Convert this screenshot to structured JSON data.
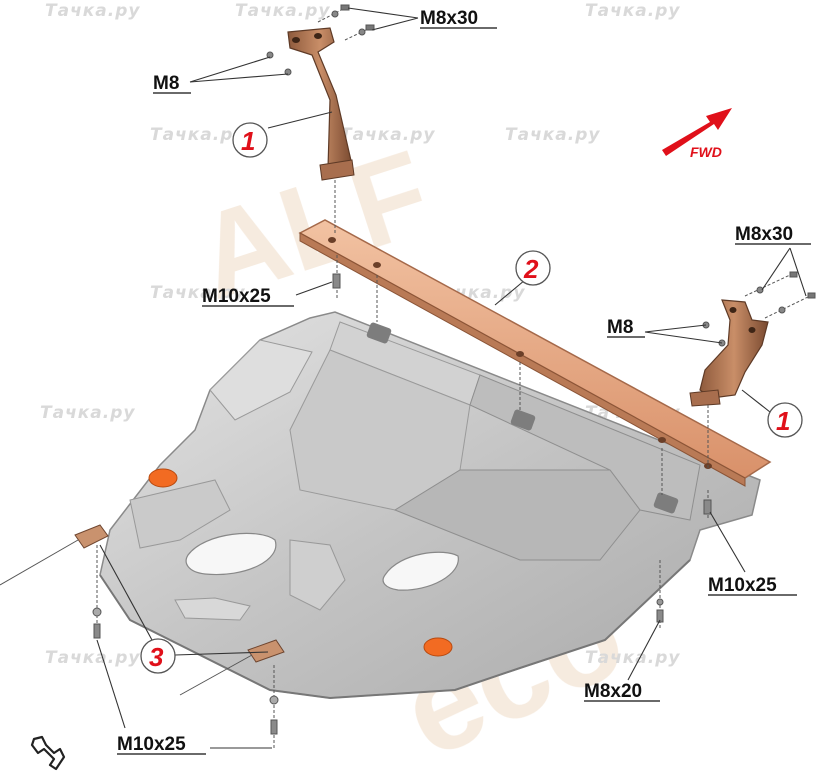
{
  "labels": {
    "top_bolt": "M8x30",
    "top_nut": "M8",
    "mid_left_bolt": "M10x25",
    "right_bolt": "M8x30",
    "right_nut": "M8",
    "right_lower_bolt": "M10x25",
    "bottom_right_bolt": "M8x20",
    "bottom_left_bolt": "M10x25"
  },
  "callouts": {
    "part1_top": "1",
    "part2": "2",
    "part1_right": "1",
    "part3": "3"
  },
  "direction": {
    "label": "FWD",
    "color": "#e0101a"
  },
  "watermark": {
    "text": "Тачка.ру",
    "brand_letters_left": "ALF",
    "brand_letters_bottom": "eco"
  },
  "icons": {
    "corner_logo": "wrench-icon",
    "direction": "arrow-icon"
  },
  "colors": {
    "shield": "#c8c8c8",
    "bracket": "#b97a56",
    "crossbar": "#e6aa84",
    "pad": "#f26b22",
    "callout": "#e0101a"
  }
}
